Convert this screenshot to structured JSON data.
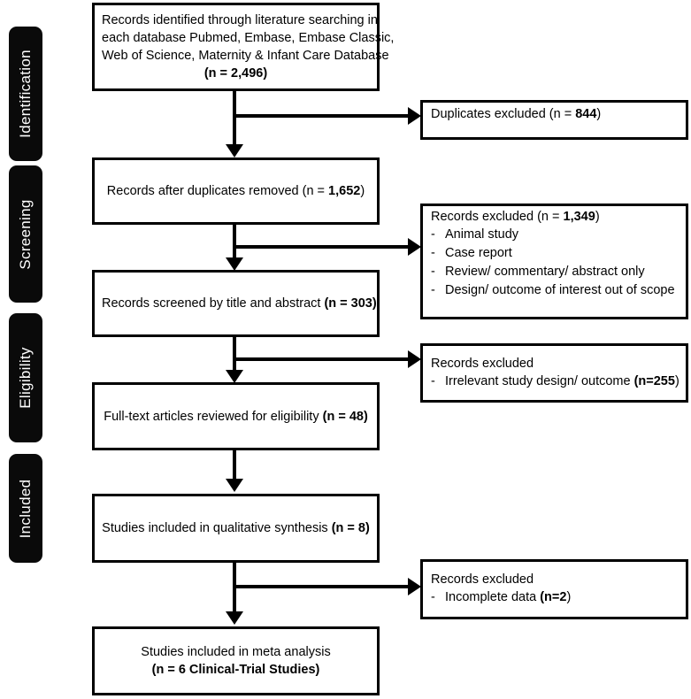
{
  "diagram": {
    "title": "PRISMA study selection flow diagram",
    "type": "prisma-flow",
    "colors": {
      "stage_tab_background": "#0a0a0a",
      "stage_tab_text": "#ffffff",
      "box_border": "#000000",
      "box_background": "#ffffff",
      "connector": "#000000"
    }
  },
  "stages": [
    {
      "label": "Identification"
    },
    {
      "label": "Screening"
    },
    {
      "label": "Eligibility"
    },
    {
      "label": "Included"
    }
  ],
  "main_boxes": [
    {
      "name": "records-identified",
      "lines": [
        "Records identified through  literature searching in",
        "each database Pubmed,  Embase, Embase Classic,",
        "Web of Science, Maternity & Infant Care Database"
      ],
      "count_line_prefix": "(n = ",
      "count": "2,496",
      "count_line_suffix": ")"
    },
    {
      "name": "records-after-duplicates-removed",
      "text_prefix": "Records after duplicates removed  (n = ",
      "count": "1,652",
      "text_suffix": ")"
    },
    {
      "name": "records-screened",
      "text_prefix": "Records screened by title and abstract ",
      "count": "(n = 303)",
      "text_suffix": ""
    },
    {
      "name": "full-text-articles-reviewed",
      "text_prefix": "Full-text articles reviewed for eligibility ",
      "count": "(n = 48)",
      "text_suffix": ""
    },
    {
      "name": "studies-qualitative-synthesis",
      "text_prefix": "Studies included in qualitative synthesis ",
      "count": "(n = 8)",
      "text_suffix": ""
    },
    {
      "name": "studies-meta-analysis",
      "line1": "Studies included in meta analysis",
      "line2": "(n = 6 Clinical-Trial Studies)"
    }
  ],
  "exclusion_boxes": [
    {
      "name": "duplicates-excluded",
      "heading_prefix": "Duplicates excluded (n = ",
      "count": "844",
      "heading_suffix": ")",
      "reasons": []
    },
    {
      "name": "records-excluded-screening",
      "heading_prefix": "Records excluded (n = ",
      "count": "1,349",
      "heading_suffix": ")",
      "reasons": [
        "Animal study",
        "Case report",
        "Review/ commentary/  abstract only",
        "Design/ outcome of interest out of scope"
      ]
    },
    {
      "name": "records-excluded-eligibility",
      "heading_prefix": "Records excluded",
      "count": "",
      "heading_suffix": "",
      "reasons_rich": [
        {
          "text": "Irrelevant study design/ outcome  ",
          "bold": "(n=255",
          "tail": ")"
        }
      ]
    },
    {
      "name": "records-excluded-included",
      "heading_prefix": "Records excluded",
      "count": "",
      "heading_suffix": "",
      "reasons_rich": [
        {
          "text": "Incomplete data ",
          "bold": "(n=2",
          "tail": ")"
        }
      ]
    }
  ]
}
